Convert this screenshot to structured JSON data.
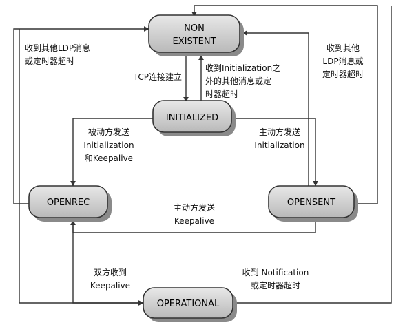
{
  "states": {
    "non_existent": [
      "NON",
      "EXISTENT"
    ],
    "initialized": "INITIALIZED",
    "openrec": "OPENREC",
    "opensent": "OPENSENT",
    "operational": "OPERATIONAL"
  },
  "labels": {
    "left_top": [
      "收到其他LDP消息",
      "或定时器超时"
    ],
    "right_top": [
      "收到其他",
      "LDP消息或",
      "定时器超时"
    ],
    "tcp": "TCP连接建立",
    "init_other": [
      "收到Initialization之",
      "外的其他消息或定",
      "时器超时"
    ],
    "passive": [
      "被动方发送",
      "Initialization",
      "和Keepalive"
    ],
    "active_init": [
      "主动方发送",
      "Initialization"
    ],
    "active_keep": [
      "主动方发送",
      "Keepalive"
    ],
    "both_keep": [
      "双方收到",
      "Keepalive"
    ],
    "notification": [
      "收到 Notification",
      "或定时器超时"
    ]
  },
  "colors": {
    "state_fill_top": "#e8e8e8",
    "state_fill_bottom": "#b9b9b9",
    "line": "#333333"
  }
}
